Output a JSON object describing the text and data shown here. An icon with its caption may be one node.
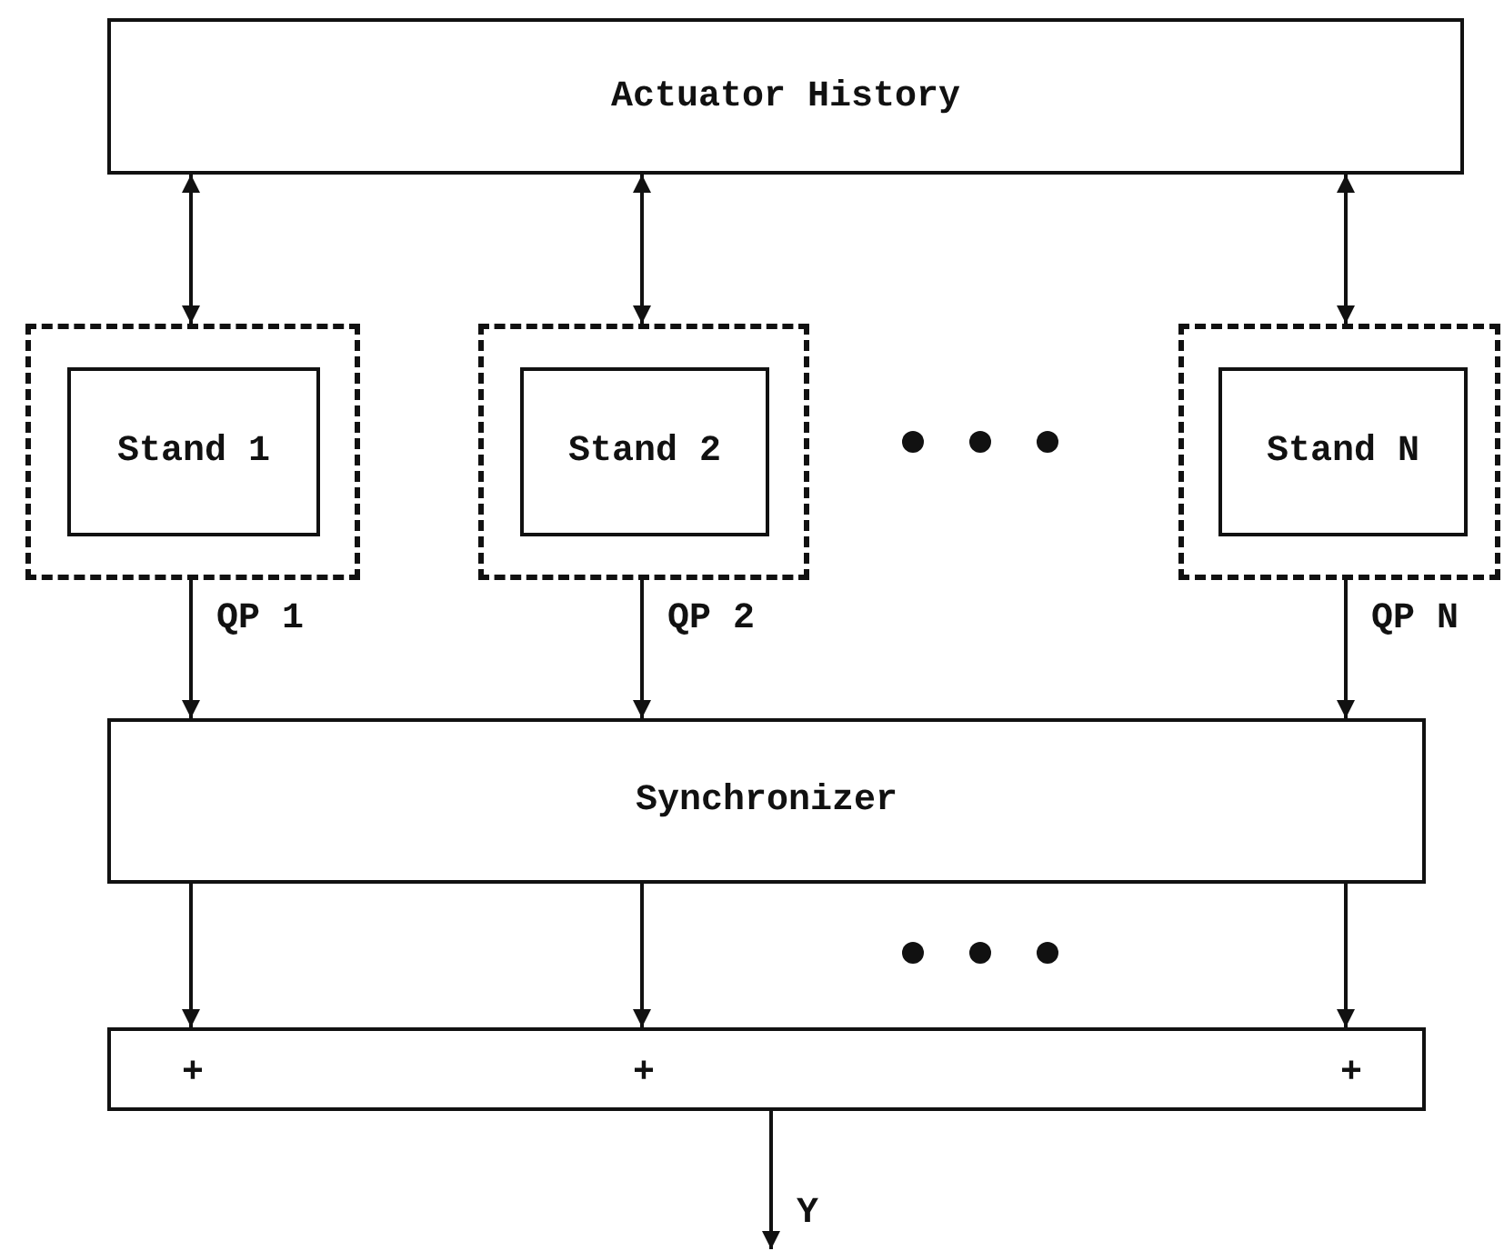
{
  "diagram": {
    "nodes": [
      {
        "text": [
          "Actuator History"
        ]
      },
      {
        "text": [],
        "shape": "box"
      },
      {
        "text": [
          "Stand 1"
        ],
        "in": 1
      },
      {
        "text": [],
        "shape": "box"
      },
      {
        "text": [
          "Stand 2"
        ],
        "in": 3
      },
      {
        "text": [],
        "shape": "box"
      },
      {
        "text": [
          "Stand N"
        ],
        "in": 5
      },
      {
        "text": [
          "Synchronizer"
        ]
      },
      {
        "text": [
          "+",
          "+",
          "+"
        ]
      }
    ],
    "edges": [
      {
        "from": 0,
        "to": 1,
        "arrow": "both"
      },
      {
        "from": 0,
        "to": 3,
        "arrow": "both"
      },
      {
        "from": 0,
        "to": 5,
        "arrow": "both"
      },
      {
        "from": 1,
        "to": 7,
        "arrow": "to",
        "label": "QP 1"
      },
      {
        "from": 3,
        "to": 7,
        "arrow": "to",
        "label": "QP 2"
      },
      {
        "from": 5,
        "to": 7,
        "arrow": "to",
        "label": "QP N"
      },
      {
        "from": 7,
        "to": 8,
        "arrow": "to"
      },
      {
        "from": 7,
        "to": 8,
        "arrow": "to"
      },
      {
        "from": 7,
        "to": 8,
        "arrow": "to"
      },
      {
        "from": 8,
        "to": null,
        "arrow": "to",
        "label": "Y"
      }
    ]
  }
}
